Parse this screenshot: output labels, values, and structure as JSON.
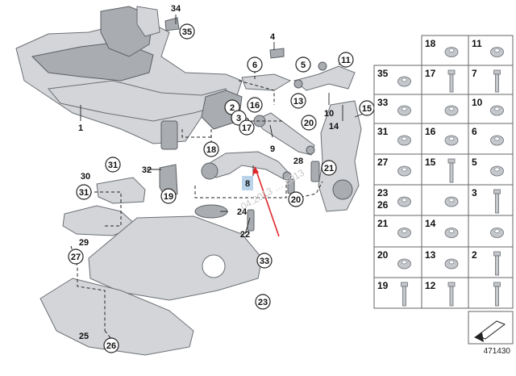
{
  "diagram": {
    "callouts": [
      {
        "id": "c34",
        "label": "34"
      },
      {
        "id": "c35",
        "label": "35"
      },
      {
        "id": "c4",
        "label": "4"
      },
      {
        "id": "c6",
        "label": "6"
      },
      {
        "id": "c5",
        "label": "5"
      },
      {
        "id": "c11",
        "label": "11"
      },
      {
        "id": "c1",
        "label": "1"
      },
      {
        "id": "c2",
        "label": "2"
      },
      {
        "id": "c3",
        "label": "3"
      },
      {
        "id": "c16",
        "label": "16"
      },
      {
        "id": "c17",
        "label": "17"
      },
      {
        "id": "c13",
        "label": "13"
      },
      {
        "id": "c10",
        "label": "10"
      },
      {
        "id": "c15",
        "label": "15"
      },
      {
        "id": "c14",
        "label": "14"
      },
      {
        "id": "c9",
        "label": "9"
      },
      {
        "id": "c20a",
        "label": "20"
      },
      {
        "id": "c18",
        "label": "18"
      },
      {
        "id": "c28",
        "label": "28"
      },
      {
        "id": "c21",
        "label": "21"
      },
      {
        "id": "c20b",
        "label": "20"
      },
      {
        "id": "c8",
        "label": "8"
      },
      {
        "id": "c31a",
        "label": "31"
      },
      {
        "id": "c32",
        "label": "32"
      },
      {
        "id": "c19",
        "label": "19"
      },
      {
        "id": "c30",
        "label": "30"
      },
      {
        "id": "c31b",
        "label": "31"
      },
      {
        "id": "c24",
        "label": "24"
      },
      {
        "id": "c22",
        "label": "22"
      },
      {
        "id": "c29",
        "label": "29"
      },
      {
        "id": "c27",
        "label": "27"
      },
      {
        "id": "c33",
        "label": "33"
      },
      {
        "id": "c23",
        "label": "23"
      },
      {
        "id": "c25",
        "label": "25"
      },
      {
        "id": "c26",
        "label": "26"
      }
    ],
    "highlight_label": "8",
    "watermark": "04.2013 … 2013",
    "accent_color": "#e0262b",
    "highlight_fill": "#b9d3ea",
    "diagram_number": "471430"
  },
  "parts_table": [
    [
      "18",
      "11"
    ],
    [
      "35",
      "17",
      "7"
    ],
    [
      "33",
      "",
      "10"
    ],
    [
      "31",
      "16",
      "6"
    ],
    [
      "27",
      "15",
      "5"
    ],
    [
      "23 26",
      "",
      "3"
    ],
    [
      "21",
      "14",
      ""
    ],
    [
      "20",
      "13",
      "2"
    ],
    [
      "19",
      "12",
      ""
    ]
  ]
}
